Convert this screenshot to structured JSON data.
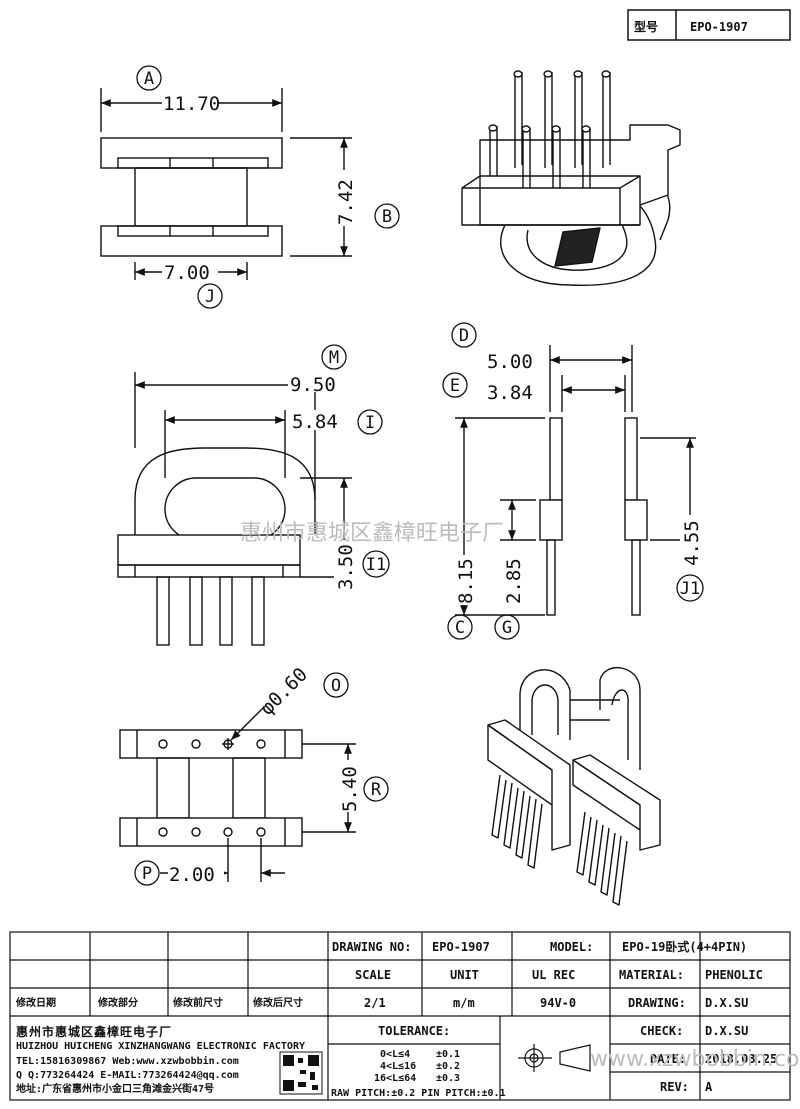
{
  "header": {
    "type_label": "型号",
    "part_number": "EPO-1907"
  },
  "dimensions": {
    "A": "11.70",
    "B": "7.42",
    "J": "7.00",
    "M": "9.50",
    "I": "5.84",
    "I1": "3.50",
    "D": "5.00",
    "E": "3.84",
    "C": "8.15",
    "G": "2.85",
    "J1": "4.55",
    "O": "φ0.60",
    "R": "5.40",
    "P": "2.00"
  },
  "labels": {
    "A": "A",
    "B": "B",
    "J": "J",
    "M": "M",
    "I": "I",
    "I1": "I1",
    "D": "D",
    "E": "E",
    "C": "C",
    "G": "G",
    "J1": "J1",
    "O": "O",
    "R": "R",
    "P": "P"
  },
  "watermark": "惠州市惠城区鑫樟旺电子厂",
  "watermark_url": "www.xzwbobbin.com",
  "title_block": {
    "revision_headers": [
      "修改日期",
      "修改部分",
      "修改前尺寸",
      "修改后尺寸"
    ],
    "drawing_no_label": "DRAWING NO:",
    "drawing_no": "EPO-1907",
    "model_label": "MODEL:",
    "model": "EPO-19卧式(4+4PIN)",
    "scale_label": "SCALE",
    "scale": "2/1",
    "unit_label": "UNIT",
    "unit": "m/m",
    "ul_label": "UL REC",
    "ul": "94V-0",
    "material_label": "MATERIAL:",
    "material": "PHENOLIC",
    "drawing_label": "DRAWING:",
    "drawing": "D.X.SU",
    "check_label": "CHECK:",
    "check": "D.X.SU",
    "date_label": "DATE:",
    "date": "2018.03.25",
    "rev_label": "REV:",
    "rev": "A",
    "tolerance_label": "TOLERANCE:",
    "tolerance_rows": [
      {
        "range": "0<L≤4",
        "value": "±0.1"
      },
      {
        "range": "4<L≤16",
        "value": "±0.2"
      },
      {
        "range": "16<L≤64",
        "value": "±0.3"
      }
    ],
    "pitch_note": "RAW PITCH:±0.2 PIN PITCH:±0.1",
    "company_cn": "惠州市惠城区鑫樟旺电子厂",
    "company_en": "HUIZHOU HUICHENG XINZHANGWANG ELECTRONIC FACTORY",
    "contact_tel": "TEL:15816309867 Web:www.xzwbobbin.com",
    "contact_qq": "Q Q:773264424 E-MAIL:773264424@qq.com",
    "address": "地址:广东省惠州市小金口三角滩金兴街47号"
  }
}
